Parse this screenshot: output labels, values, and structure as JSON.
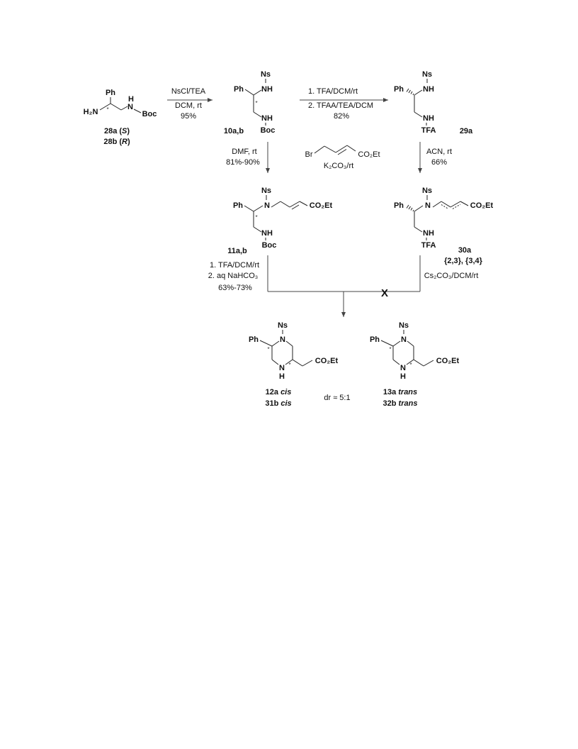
{
  "scheme": {
    "star": "*",
    "c28": {
      "ph": "Ph",
      "h": "H",
      "n": "N",
      "h2n": "H₂N",
      "boc": "Boc",
      "label_a": [
        "28a (",
        "S",
        ")"
      ],
      "label_b": [
        "28b (",
        "R",
        ")"
      ]
    },
    "step_28_10": {
      "above": "NsCl/TEA",
      "below": [
        "DCM, rt",
        "95%"
      ]
    },
    "c10": {
      "ns": "Ns",
      "ph": "Ph",
      "nh_top": "NH",
      "nh_bottom": "NH",
      "boc": "Boc",
      "label": "10a,b"
    },
    "step_10_29": {
      "above": "1. TFA/DCM/rt",
      "below": [
        "2. TFAA/TEA/DCM",
        "82%"
      ]
    },
    "c29": {
      "ns": "Ns",
      "ph": "Ph",
      "nh_top": "NH",
      "nh_bottom": "NH",
      "tfa": "TFA",
      "label": "29a"
    },
    "step_10_11": [
      "DMF, rt",
      "81%-90%"
    ],
    "alkylating_agent": {
      "br": "Br",
      "ester": "CO₂Et",
      "base": "K₂CO₃/rt"
    },
    "step_29_30": [
      "ACN, rt",
      "66%"
    ],
    "c11": {
      "ns": "Ns",
      "ph": "Ph",
      "n": "N",
      "ester": "CO₂Et",
      "nh": "NH",
      "boc": "Boc",
      "label": "11a,b"
    },
    "c30": {
      "ns": "Ns",
      "ph": "Ph",
      "n": "N",
      "ester": "CO₂Et",
      "nh": "NH",
      "tfa": "TFA",
      "label": "30a",
      "isomers": "{2,3}, {3,4}"
    },
    "step_11_12": [
      "1. TFA/DCM/rt",
      "2. aq NaHCO₃",
      "63%-73%"
    ],
    "step_30_12": {
      "conditions": "Cs₂CO₃/DCM/rt",
      "blocked": "X"
    },
    "c12": {
      "ns": "Ns",
      "ph": "Ph",
      "n_top": "N",
      "n_bottom": "N",
      "h": "H",
      "ester": "CO₂Et",
      "labels": [
        [
          "12a ",
          "cis"
        ],
        [
          "31b ",
          "cis"
        ]
      ]
    },
    "c13": {
      "ns": "Ns",
      "ph": "Ph",
      "n_top": "N",
      "n_bottom": "N",
      "h": "H",
      "ester": "CO₂Et",
      "labels": [
        [
          "13a ",
          "trans"
        ],
        [
          "32b ",
          "trans"
        ]
      ]
    },
    "dr": "dr ≈ 5:1"
  }
}
